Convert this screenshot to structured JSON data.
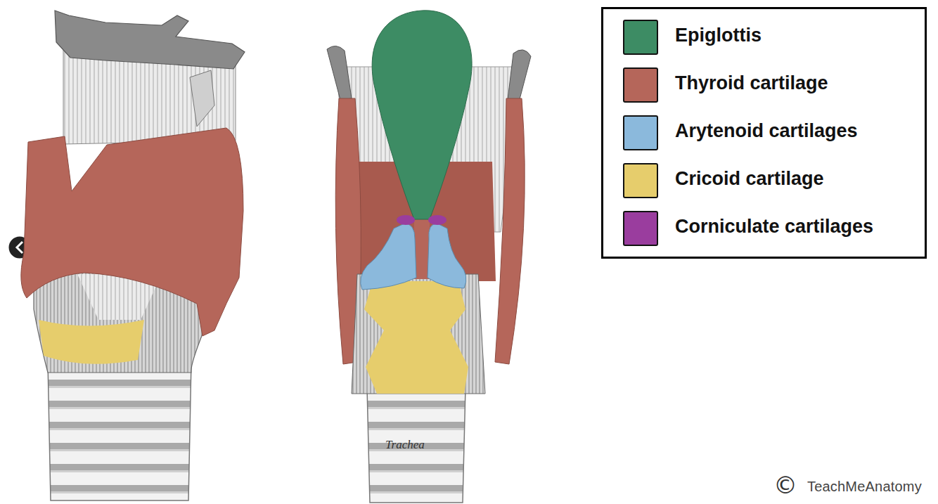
{
  "diagram": {
    "labels": [
      "Trachea",
      "©",
      "TeachMeAnatomy"
    ],
    "legend": [
      {
        "text": "Epiglottis",
        "color": "#3d8c64"
      },
      {
        "text": "Thyroid cartilage",
        "color": "#b5665a"
      },
      {
        "text": "Arytenoid cartilages",
        "color": "#8bb9dc"
      },
      {
        "text": "Cricoid cartilage",
        "color": "#e6cd6c"
      },
      {
        "text": "Corniculate cartilages",
        "color": "#9a3d9e"
      }
    ]
  }
}
